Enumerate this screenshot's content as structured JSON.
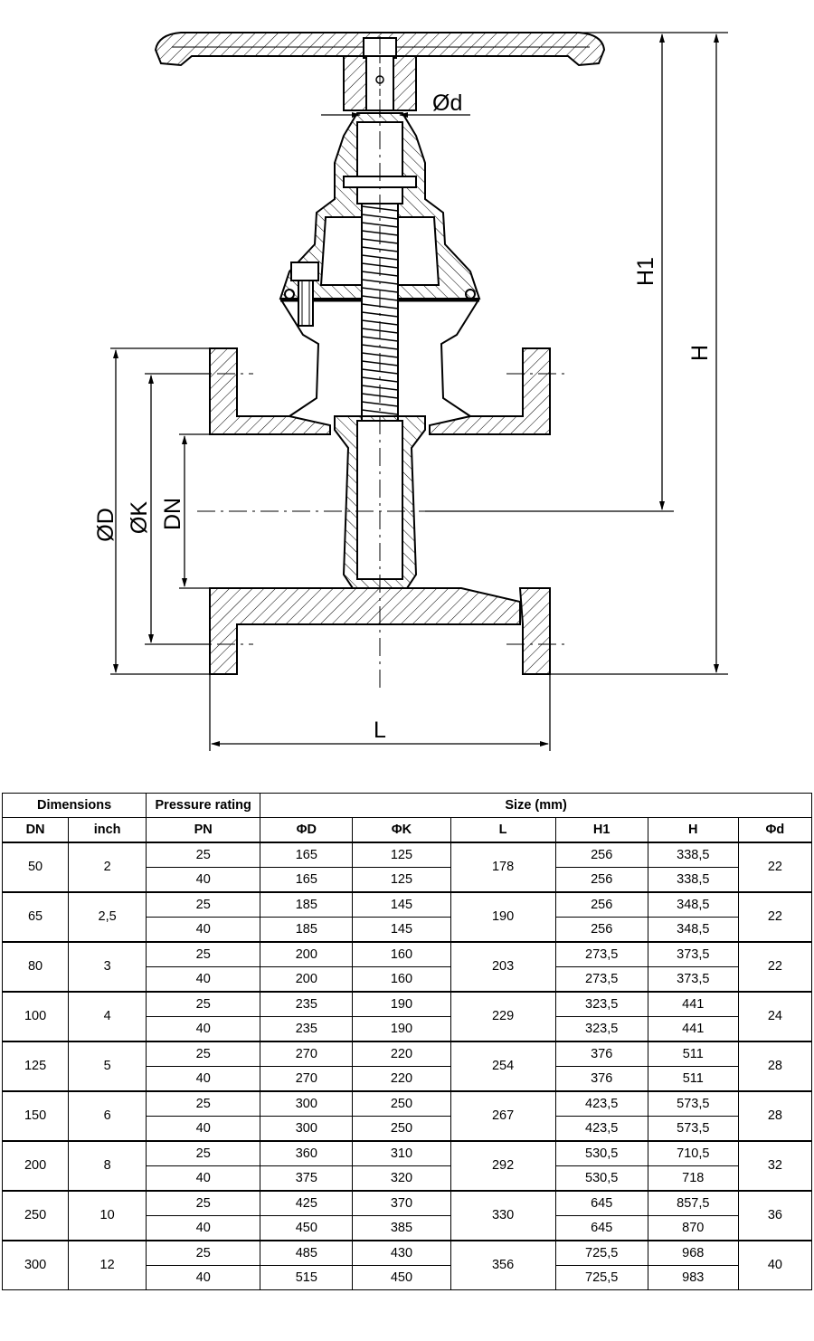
{
  "drawing": {
    "labels": {
      "stem_diameter": "Ød",
      "height_h1": "H1",
      "height_h": "H",
      "flange_od": "ØD",
      "bolt_circle": "ØK",
      "nominal_dn": "DN",
      "length": "L"
    }
  },
  "table": {
    "header": {
      "dimensions": "Dimensions",
      "pressure_rating": "Pressure rating",
      "size": "Size (mm)",
      "dn": "DN",
      "inch": "inch",
      "pn": "PN",
      "phi_d_big": "ΦD",
      "phi_k": "ΦK",
      "l": "L",
      "h1": "H1",
      "h": "H",
      "phi_d_small": "Φd"
    },
    "rows": [
      {
        "dn": "50",
        "inch": "2",
        "l": "178",
        "d_small": "22",
        "pn": [
          {
            "pn": "25",
            "D": "165",
            "K": "125",
            "H1": "256",
            "H": "338,5"
          },
          {
            "pn": "40",
            "D": "165",
            "K": "125",
            "H1": "256",
            "H": "338,5"
          }
        ]
      },
      {
        "dn": "65",
        "inch": "2,5",
        "l": "190",
        "d_small": "22",
        "pn": [
          {
            "pn": "25",
            "D": "185",
            "K": "145",
            "H1": "256",
            "H": "348,5"
          },
          {
            "pn": "40",
            "D": "185",
            "K": "145",
            "H1": "256",
            "H": "348,5"
          }
        ]
      },
      {
        "dn": "80",
        "inch": "3",
        "l": "203",
        "d_small": "22",
        "pn": [
          {
            "pn": "25",
            "D": "200",
            "K": "160",
            "H1": "273,5",
            "H": "373,5"
          },
          {
            "pn": "40",
            "D": "200",
            "K": "160",
            "H1": "273,5",
            "H": "373,5"
          }
        ]
      },
      {
        "dn": "100",
        "inch": "4",
        "l": "229",
        "d_small": "24",
        "pn": [
          {
            "pn": "25",
            "D": "235",
            "K": "190",
            "H1": "323,5",
            "H": "441"
          },
          {
            "pn": "40",
            "D": "235",
            "K": "190",
            "H1": "323,5",
            "H": "441"
          }
        ]
      },
      {
        "dn": "125",
        "inch": "5",
        "l": "254",
        "d_small": "28",
        "pn": [
          {
            "pn": "25",
            "D": "270",
            "K": "220",
            "H1": "376",
            "H": "511"
          },
          {
            "pn": "40",
            "D": "270",
            "K": "220",
            "H1": "376",
            "H": "511"
          }
        ]
      },
      {
        "dn": "150",
        "inch": "6",
        "l": "267",
        "d_small": "28",
        "pn": [
          {
            "pn": "25",
            "D": "300",
            "K": "250",
            "H1": "423,5",
            "H": "573,5"
          },
          {
            "pn": "40",
            "D": "300",
            "K": "250",
            "H1": "423,5",
            "H": "573,5"
          }
        ]
      },
      {
        "dn": "200",
        "inch": "8",
        "l": "292",
        "d_small": "32",
        "pn": [
          {
            "pn": "25",
            "D": "360",
            "K": "310",
            "H1": "530,5",
            "H": "710,5"
          },
          {
            "pn": "40",
            "D": "375",
            "K": "320",
            "H1": "530,5",
            "H": "718"
          }
        ]
      },
      {
        "dn": "250",
        "inch": "10",
        "l": "330",
        "d_small": "36",
        "pn": [
          {
            "pn": "25",
            "D": "425",
            "K": "370",
            "H1": "645",
            "H": "857,5"
          },
          {
            "pn": "40",
            "D": "450",
            "K": "385",
            "H1": "645",
            "H": "870"
          }
        ]
      },
      {
        "dn": "300",
        "inch": "12",
        "l": "356",
        "d_small": "40",
        "pn": [
          {
            "pn": "25",
            "D": "485",
            "K": "430",
            "H1": "725,5",
            "H": "968"
          },
          {
            "pn": "40",
            "D": "515",
            "K": "450",
            "H1": "725,5",
            "H": "983"
          }
        ]
      }
    ]
  }
}
